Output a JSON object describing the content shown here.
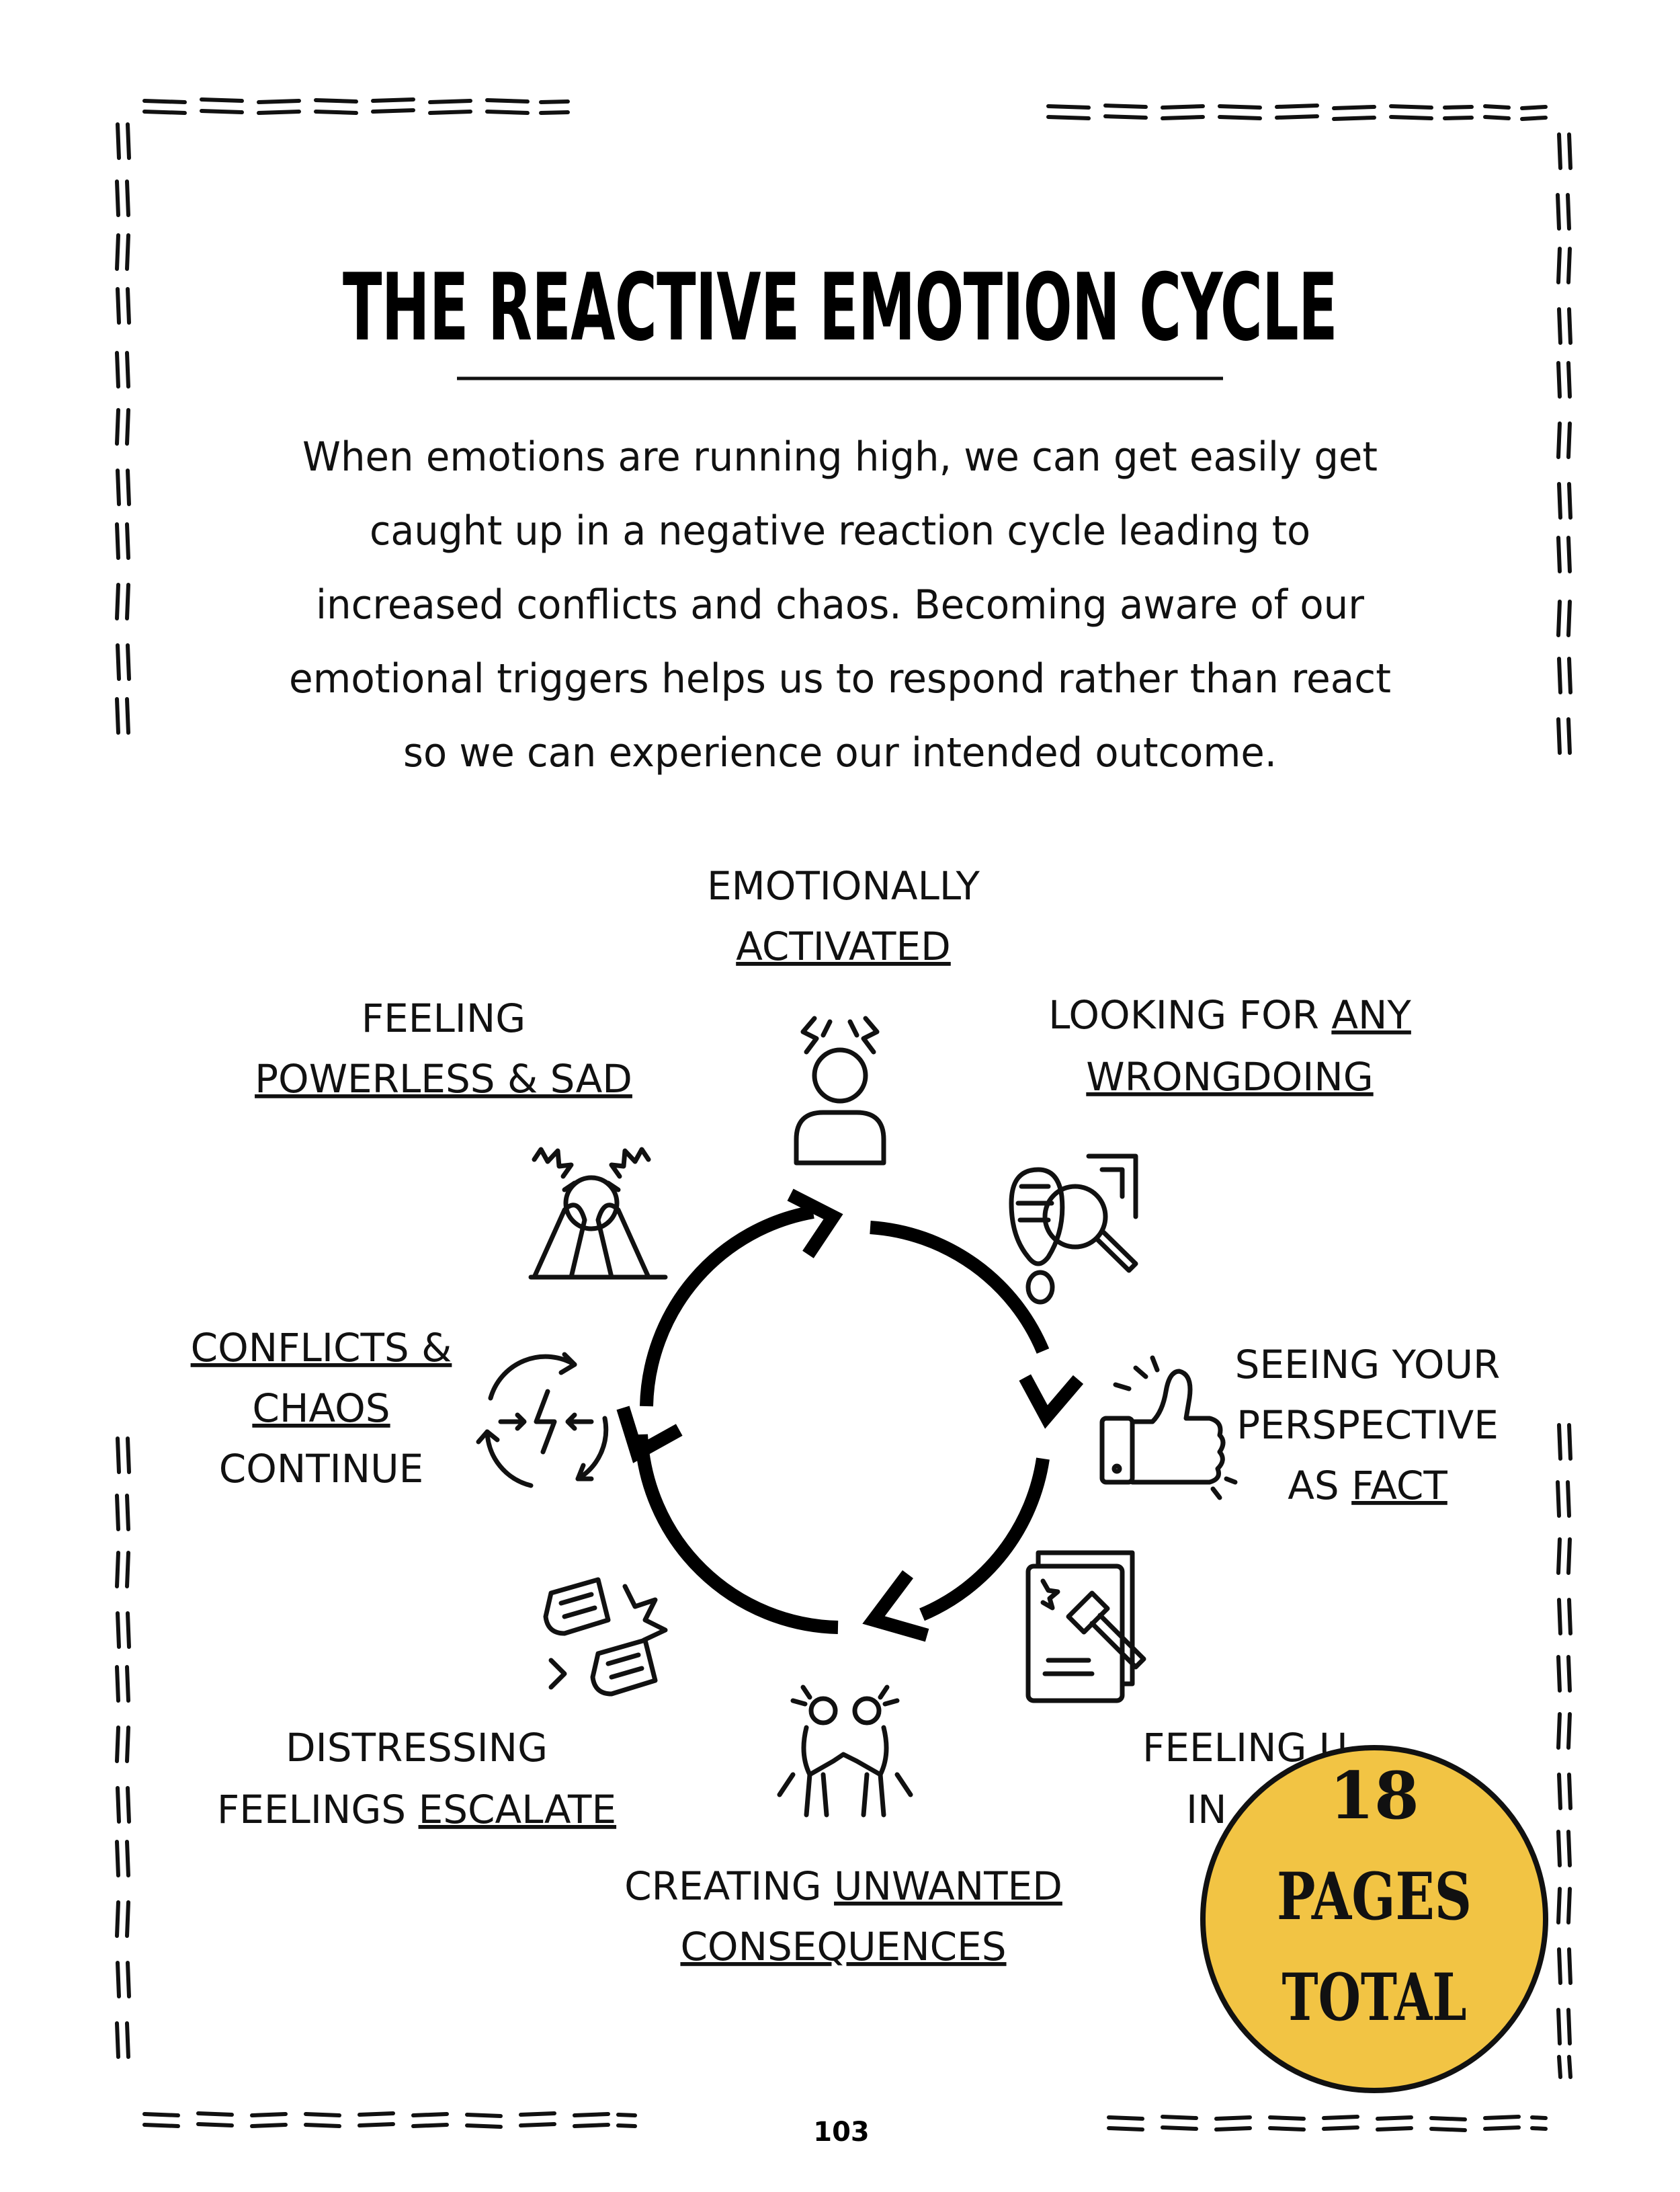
{
  "title": "THE REACTIVE EMOTION CYCLE",
  "intro_lines": [
    "When emotions are running high, we can get easily get",
    "caught up in a negative reaction cycle leading to",
    "increased conflicts and chaos. Becoming aware of our",
    "emotional triggers helps us to respond rather than react",
    "so we can experience our intended outcome."
  ],
  "cycle": {
    "stage1": {
      "line1": "EMOTIONALLY",
      "line2": "ACTIVATED",
      "icon": "stressed-person-icon"
    },
    "stage2": {
      "line1_plain": "LOOKING FOR ",
      "line1_ul": "ANY",
      "line2": "WRONGDOING",
      "icon": "footprint-magnifier-icon"
    },
    "stage3": {
      "line1": "SEEING YOUR",
      "line2": "PERSPECTIVE",
      "line3_plain": "AS ",
      "line3_ul": "FACT",
      "icon": "thumbs-up-icon"
    },
    "stage4": {
      "line1": "FEELING U",
      "line2": "IN",
      "icon": "gavel-book-icon"
    },
    "stage5": {
      "line1_plain": "CREATING ",
      "line1_ul": "UNWANTED",
      "line2": "CONSEQUENCES",
      "icon": "arguing-people-icon"
    },
    "stage6": {
      "line1": "DISTRESSING",
      "line2_plain": "FEELINGS ",
      "line2_ul": "ESCALATE",
      "icon": "fists-icon"
    },
    "stage7": {
      "line1": "CONFLICTS &",
      "line2": "CHAOS",
      "line3": "CONTINUE",
      "icon": "conflict-cycle-icon"
    },
    "stage8": {
      "line1": "FEELING",
      "line2": "POWERLESS & SAD",
      "icon": "head-in-hands-icon"
    }
  },
  "badge": {
    "line1": "18",
    "line2": "PAGES",
    "line3": "TOTAL",
    "color": "#f2c444"
  },
  "page_number": "103"
}
